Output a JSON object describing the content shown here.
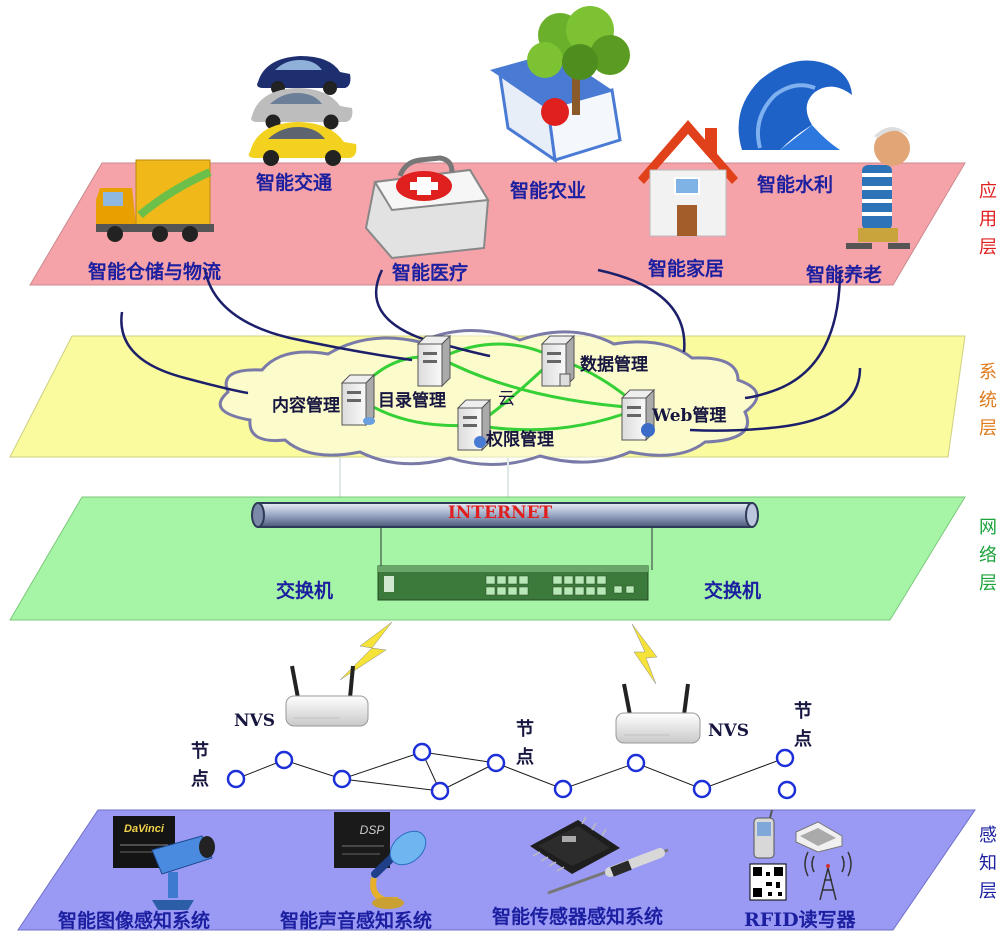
{
  "layers": {
    "application": {
      "side_label": [
        "应",
        "用",
        "层"
      ],
      "items": [
        "智能交通",
        "智能农业",
        "智能水利",
        "智能仓储与物流",
        "智能医疗",
        "智能家居",
        "智能养老"
      ]
    },
    "system": {
      "side_label": [
        "系",
        "统",
        "层"
      ],
      "cloud_label": "云",
      "servers": [
        "内容管理",
        "目录管理",
        "数据管理",
        "权限管理",
        "Web管理"
      ]
    },
    "network": {
      "side_label": [
        "网",
        "络",
        "层"
      ],
      "backbone": "INTERNET",
      "switch_left": "交换机",
      "switch_right": "交换机",
      "nvs_left": "NVS",
      "nvs_right": "NVS",
      "node_labels": [
        [
          "节",
          "点"
        ],
        [
          "节",
          "点"
        ],
        [
          "节",
          "点"
        ]
      ]
    },
    "perception": {
      "side_label": [
        "感",
        "知",
        "层"
      ],
      "items": [
        "智能图像感知系统",
        "智能声音感知系统",
        "智能传感器感知系统",
        "RFID读写器"
      ],
      "chip_text": [
        "DaVinci",
        "DSP"
      ]
    }
  },
  "colors": {
    "application_plane": "#f5a3a8",
    "system_plane": "#fafa9e",
    "network_plane": "#a6f5a6",
    "perception_plane": "#9a9af5",
    "label_blue": "#1b1fa0",
    "side_application": "#e02020",
    "side_system": "#e07a1c",
    "side_network": "#1ca33a",
    "side_perception": "#1b1fa0",
    "internet_text": "#e02020"
  }
}
